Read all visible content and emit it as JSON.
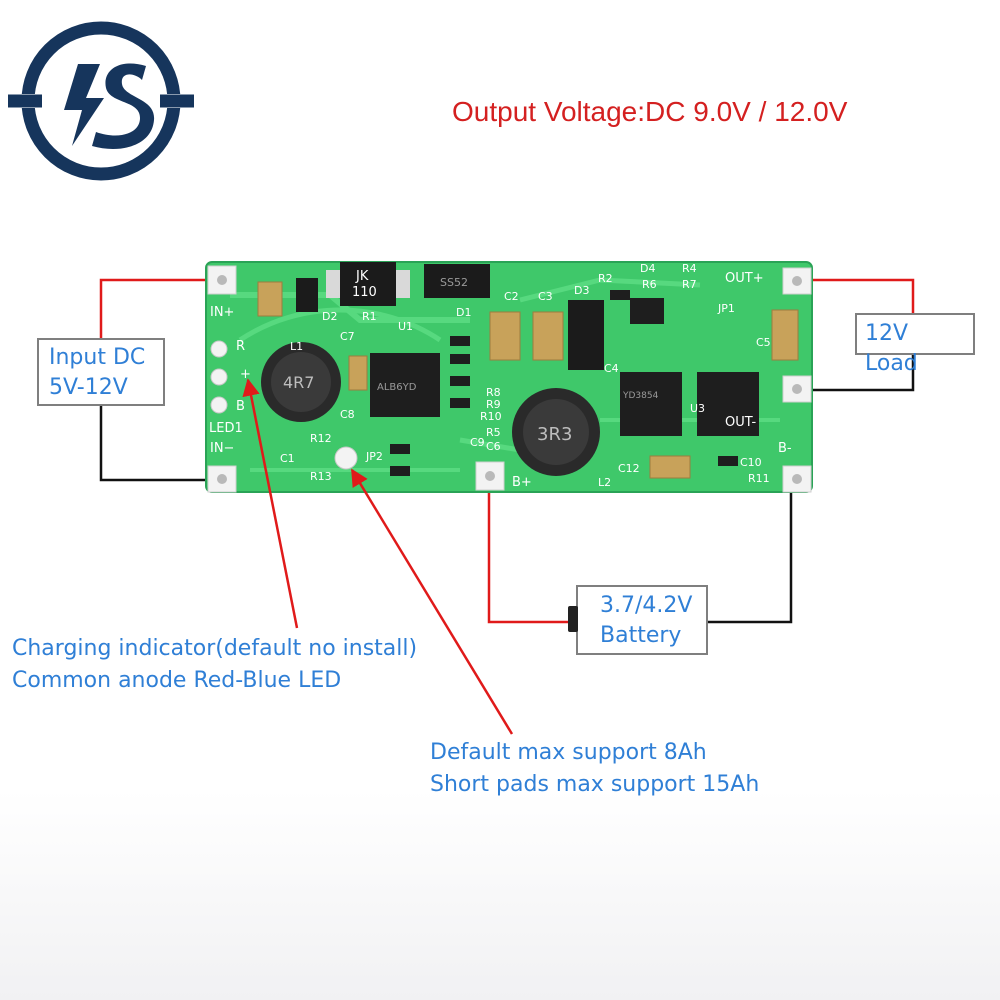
{
  "title": "Output Voltage:DC 9.0V / 12.0V",
  "labels": {
    "input_line1": "Input DC",
    "input_line2": "5V-12V",
    "load": "12V Load",
    "battery_line1": "3.7/4.2V",
    "battery_line2": "Battery"
  },
  "notes": {
    "charging_line1": "Charging indicator(default no install)",
    "charging_line2": "Common anode Red-Blue LED",
    "default_line1": "Default max support 8Ah",
    "default_line2": "Short pads max support 15Ah"
  },
  "board_silkscreen": {
    "in_plus": "IN+",
    "in_minus": "IN−",
    "led1": "LED1",
    "r_pin": "R",
    "plus_pin": "+",
    "b_pin": "B",
    "out_plus": "OUT+",
    "out_minus": "OUT-",
    "b_plus": "B+",
    "b_minus": "B-",
    "jk": "JK",
    "jk110": "110",
    "ss52": "SS52",
    "inductor_l1": "4R7",
    "inductor_l2": "3R3",
    "ic_u1": "ALB6YD",
    "ic_u2": "YD3854",
    "refs": [
      "D2",
      "R1",
      "U1",
      "D1",
      "C2",
      "C3",
      "D3",
      "R2",
      "D4",
      "R6",
      "R4",
      "R7",
      "JP1",
      "C5",
      "L1",
      "C7",
      "C8",
      "R8",
      "R9",
      "R10",
      "R5",
      "C6",
      "C9",
      "U3",
      "R12",
      "C1",
      "JP2",
      "R13",
      "L2",
      "C12",
      "C10",
      "R11",
      "C4"
    ]
  },
  "colors": {
    "title": "#d42020",
    "label_text": "#2f7fd6",
    "arrow": "#e01a1a",
    "wire_red": "#e01a1a",
    "wire_black": "#111111",
    "pcb": "#3fc86a",
    "logo": "#16355c"
  },
  "logo_icon": "lightning-s-logo"
}
